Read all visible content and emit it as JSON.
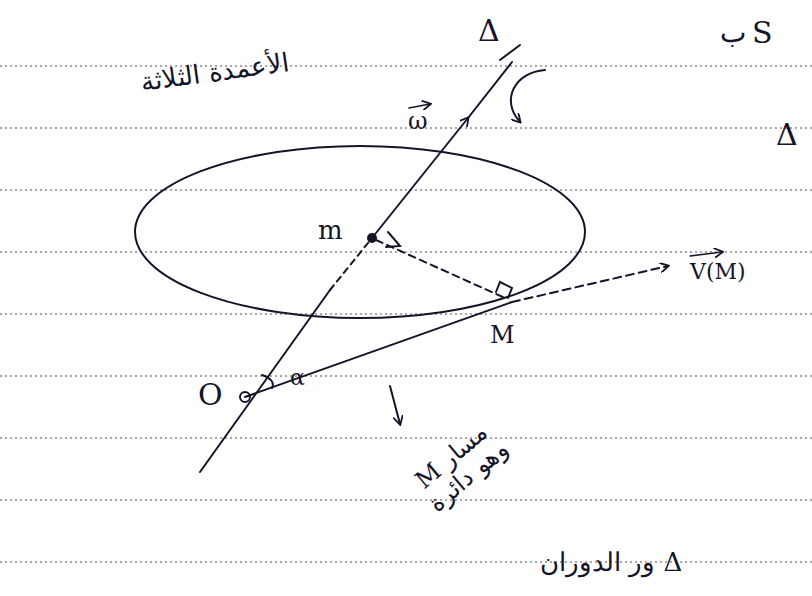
{
  "diagram": {
    "labels": [
      "Δ",
      "ω",
      "الأعمدة الثلاثة",
      "m",
      "M",
      "O",
      "α",
      "V(M)",
      "مسار M وهو دائرة",
      "ور الدوران Δ",
      "ب",
      "S",
      "Δ"
    ]
  }
}
